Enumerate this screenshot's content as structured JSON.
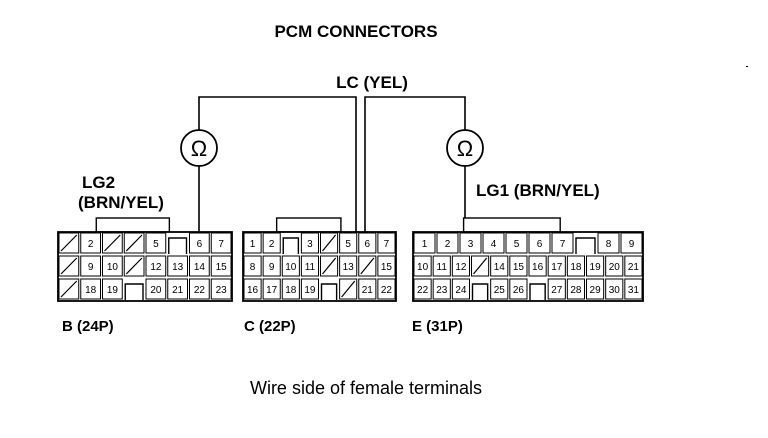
{
  "title": "PCM CONNECTORS",
  "caption": "Wire side of female terminals",
  "ohm_symbol": "Ω",
  "wires": {
    "lc": "LC (YEL)",
    "lg2_line1": "LG2",
    "lg2_line2": "(BRN/YEL)",
    "lg1": "LG1 (BRN/YEL)"
  },
  "connectors": [
    {
      "id": "B",
      "label": "B (24P)",
      "rows": [
        [
          "/",
          "2",
          "/",
          "/",
          "5",
          "",
          "6",
          "7"
        ],
        [
          "/",
          "9",
          "10",
          "/",
          "12",
          "13",
          "14",
          "15"
        ],
        [
          "/",
          "18",
          "19",
          "",
          "20",
          "21",
          "22",
          "23"
        ]
      ]
    },
    {
      "id": "C",
      "label": "C (22P)",
      "rows": [
        [
          "1",
          "2",
          "",
          "3",
          "/",
          "5",
          "6",
          "7"
        ],
        [
          "8",
          "9",
          "10",
          "11",
          "/",
          "13",
          "/",
          "15"
        ],
        [
          "16",
          "17",
          "18",
          "19",
          "",
          "/",
          "21",
          "22"
        ]
      ]
    },
    {
      "id": "E",
      "label": "E (31P)",
      "rows": [
        [
          "1",
          "2",
          "3",
          "4",
          "5",
          "6",
          "7",
          "",
          "8",
          "9"
        ],
        [
          "10",
          "11",
          "12",
          "/",
          "14",
          "15",
          "16",
          "17",
          "18",
          "19",
          "20",
          "21"
        ],
        [
          "22",
          "23",
          "24",
          "",
          "25",
          "26",
          "",
          "27",
          "28",
          "29",
          "30",
          "31"
        ]
      ]
    }
  ]
}
